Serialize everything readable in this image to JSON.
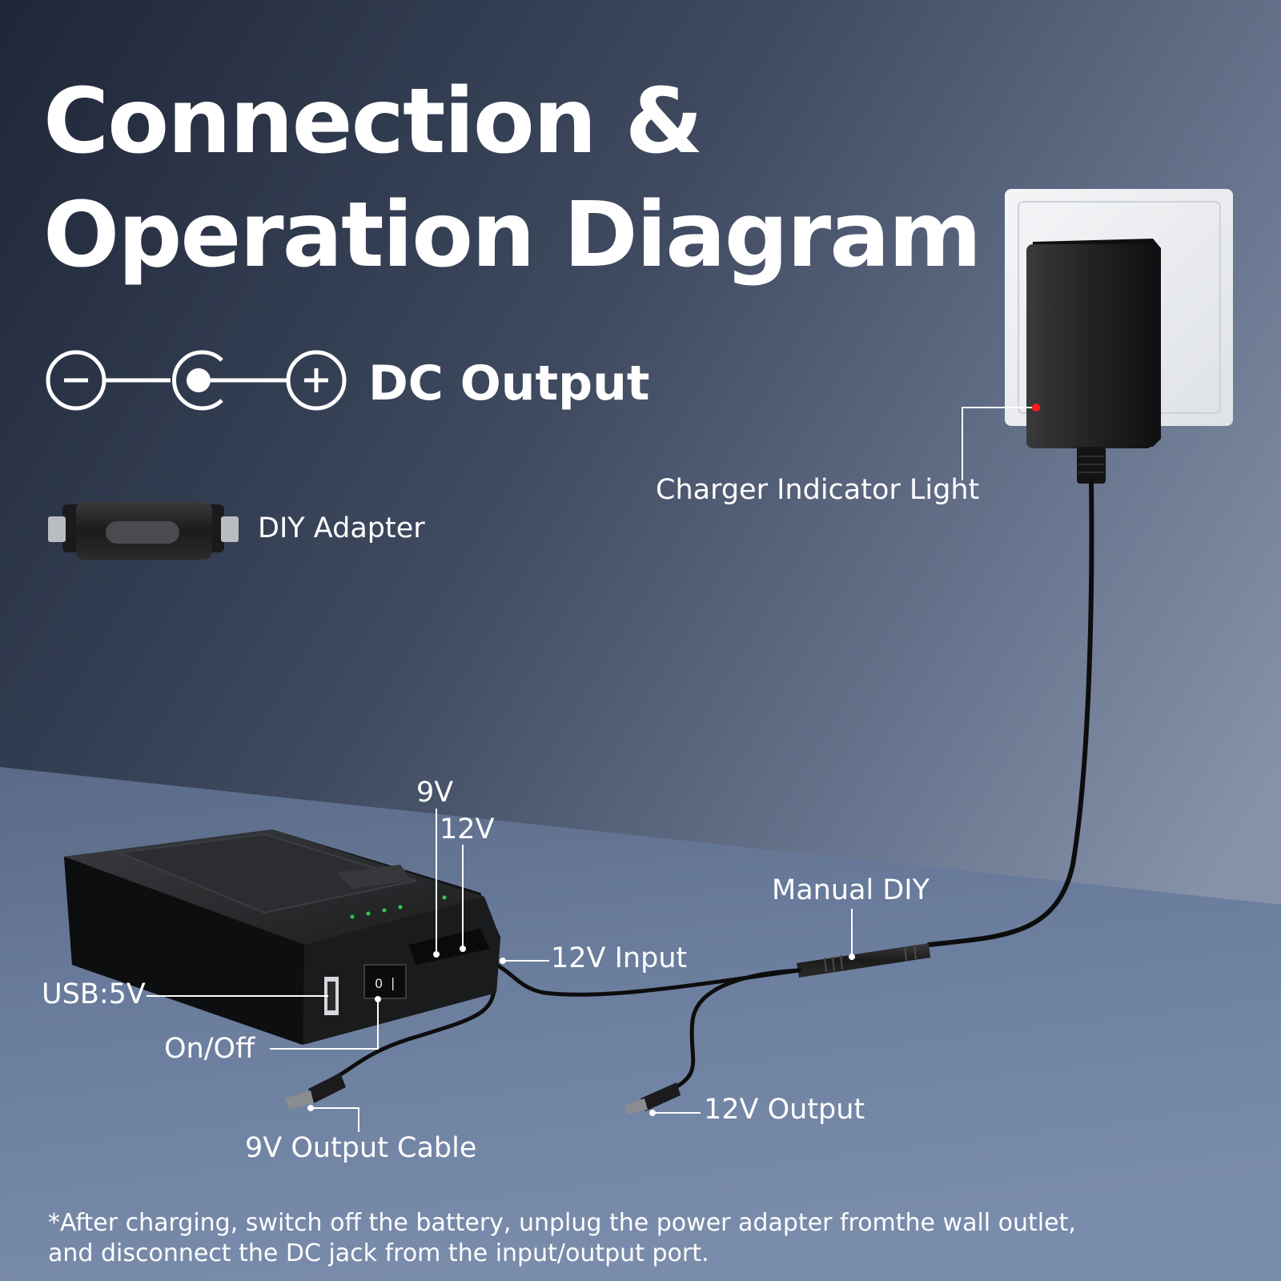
{
  "title": {
    "line1": "Connection &",
    "line2": "Operation Diagram"
  },
  "dc_output": {
    "label": "DC Output",
    "icons": [
      "minus-circle-icon",
      "center-pin-circle-icon",
      "plus-circle-icon"
    ]
  },
  "diy_adapter": {
    "label": "DIY Adapter"
  },
  "callouts": {
    "charger_indicator_light": "Charger Indicator Light",
    "v9": "9V",
    "v12": "12V",
    "manual_diy": "Manual DIY",
    "input_12v": "12V Input",
    "usb": "USB:5V",
    "on_off": "On/Off",
    "output_12v": "12V Output",
    "output_cable_9v": "9V Output Cable"
  },
  "note": {
    "line1": "*After charging, switch off the battery, unplug the power adapter fromthe wall outlet,",
    "line2": "and disconnect the DC jack from the input/output port."
  },
  "colors": {
    "background_dark": "#1e2637",
    "background_mid": "#5f6e89",
    "floor": "#6d7f9f",
    "text": "#ffffff",
    "indicator_red": "#ff1a1a",
    "led_green": "#2ecc40"
  }
}
